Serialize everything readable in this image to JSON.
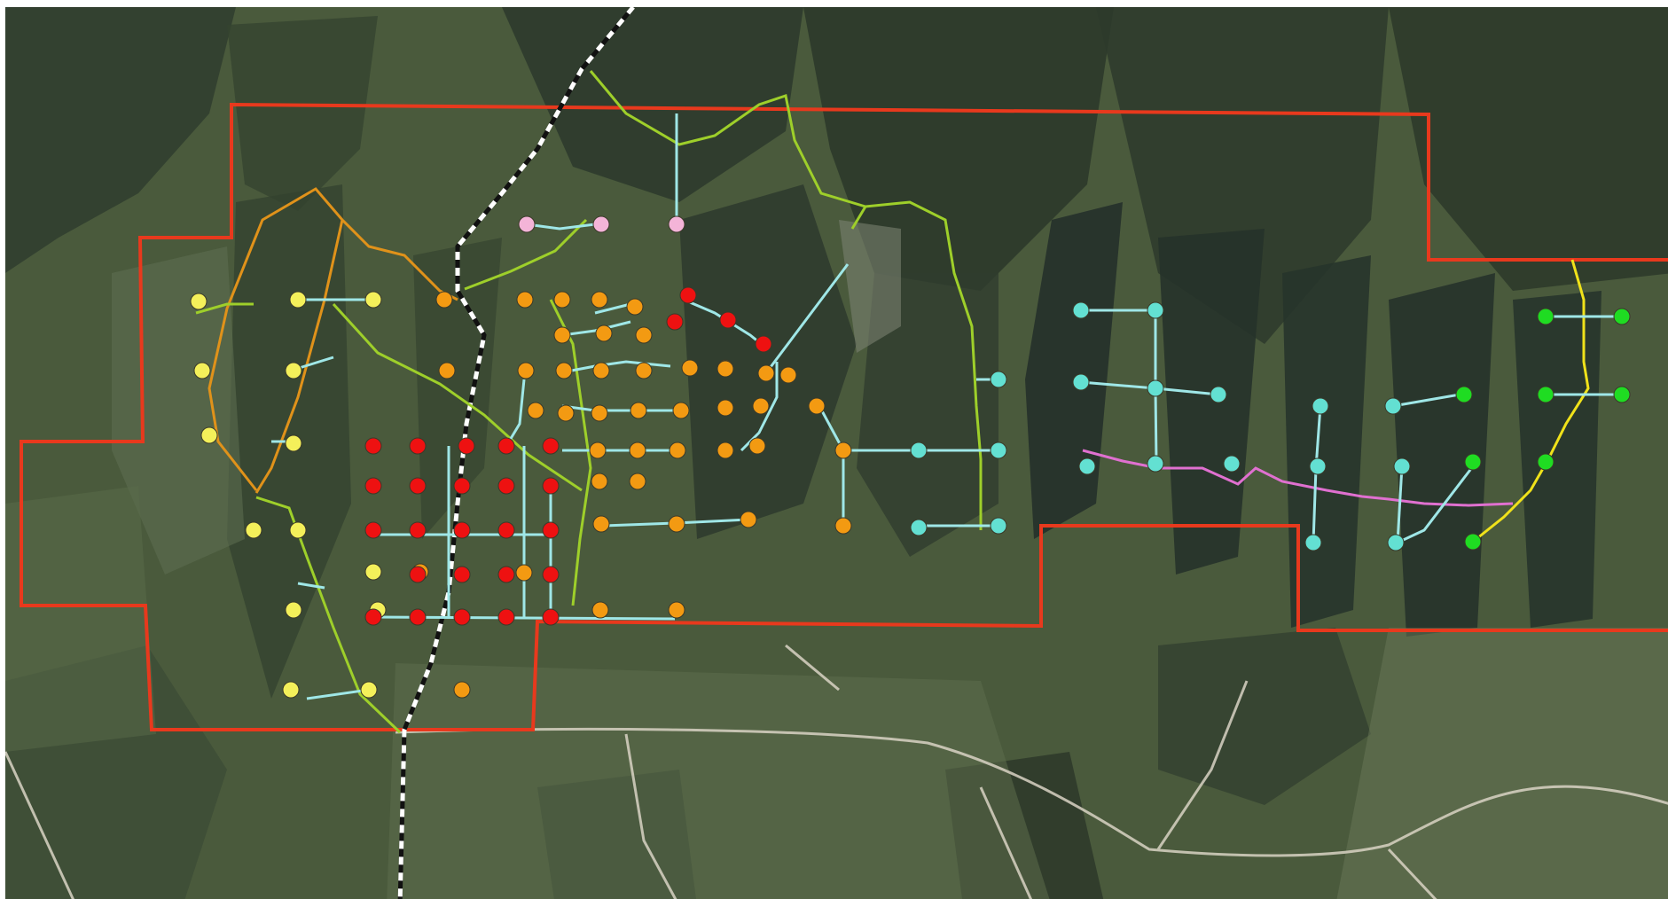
{
  "map": {
    "type": "satellite imagery with well-field overlay",
    "colors": {
      "imagery_base": "#4a5a3c",
      "canopy_dark": "#27322a",
      "canopy_mid": "#3a4734",
      "clearing": "#66775a",
      "road": "#d9d3c4",
      "boundary": "#e8391d",
      "trail_black": "#111111",
      "trail_white": "#ffffff",
      "gathering_line": "#9ecf2a",
      "orange_line": "#e0921a",
      "yellow_line": "#f0e21a",
      "magenta_line": "#e070d0",
      "lateral_line": "#9fe7e7"
    },
    "well_groups": [
      {
        "name": "yellow",
        "color": "#f4f05a"
      },
      {
        "name": "orange",
        "color": "#f39a12"
      },
      {
        "name": "red",
        "color": "#ee1111"
      },
      {
        "name": "pink",
        "color": "#f4b4d8"
      },
      {
        "name": "cyan",
        "color": "#63e0d2"
      },
      {
        "name": "green",
        "color": "#1fdc22"
      }
    ]
  }
}
